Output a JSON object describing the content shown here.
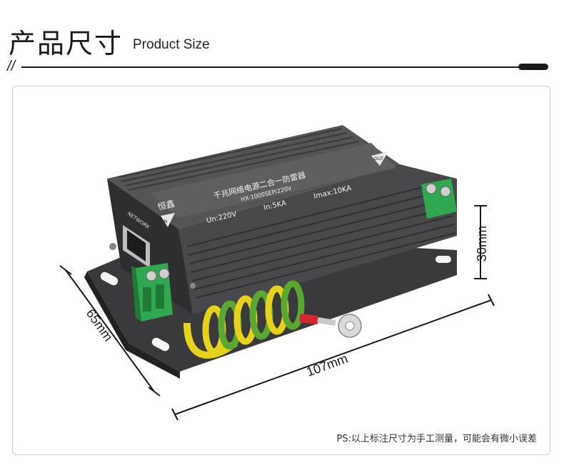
{
  "header": {
    "title_cn": "产品尺寸",
    "title_en": "Product Size",
    "slashes": "//"
  },
  "device": {
    "brand": "恒鑫",
    "name_cn": "千兆网络电源二合一防雷器",
    "model": "HX-1000SEP/220V",
    "spec_un": "Un:220V",
    "spec_in": "In:5KA",
    "spec_imax": "Imax:10KA",
    "port_in": "IN",
    "port_out": "OUT",
    "network_label": "NETWORK"
  },
  "dimensions": {
    "length": "107mm",
    "width": "65mm",
    "height": "30mm"
  },
  "footnote": "PS:以上标注尺寸为手工测量，可能会有微小误差",
  "colors": {
    "body": "#4a4a4c",
    "body_dark": "#2e2e30",
    "terminal_green": "#2fa84f",
    "ground_yellow": "#e6d21a",
    "ground_green": "#5aa832",
    "lug_red": "#d8262c"
  }
}
